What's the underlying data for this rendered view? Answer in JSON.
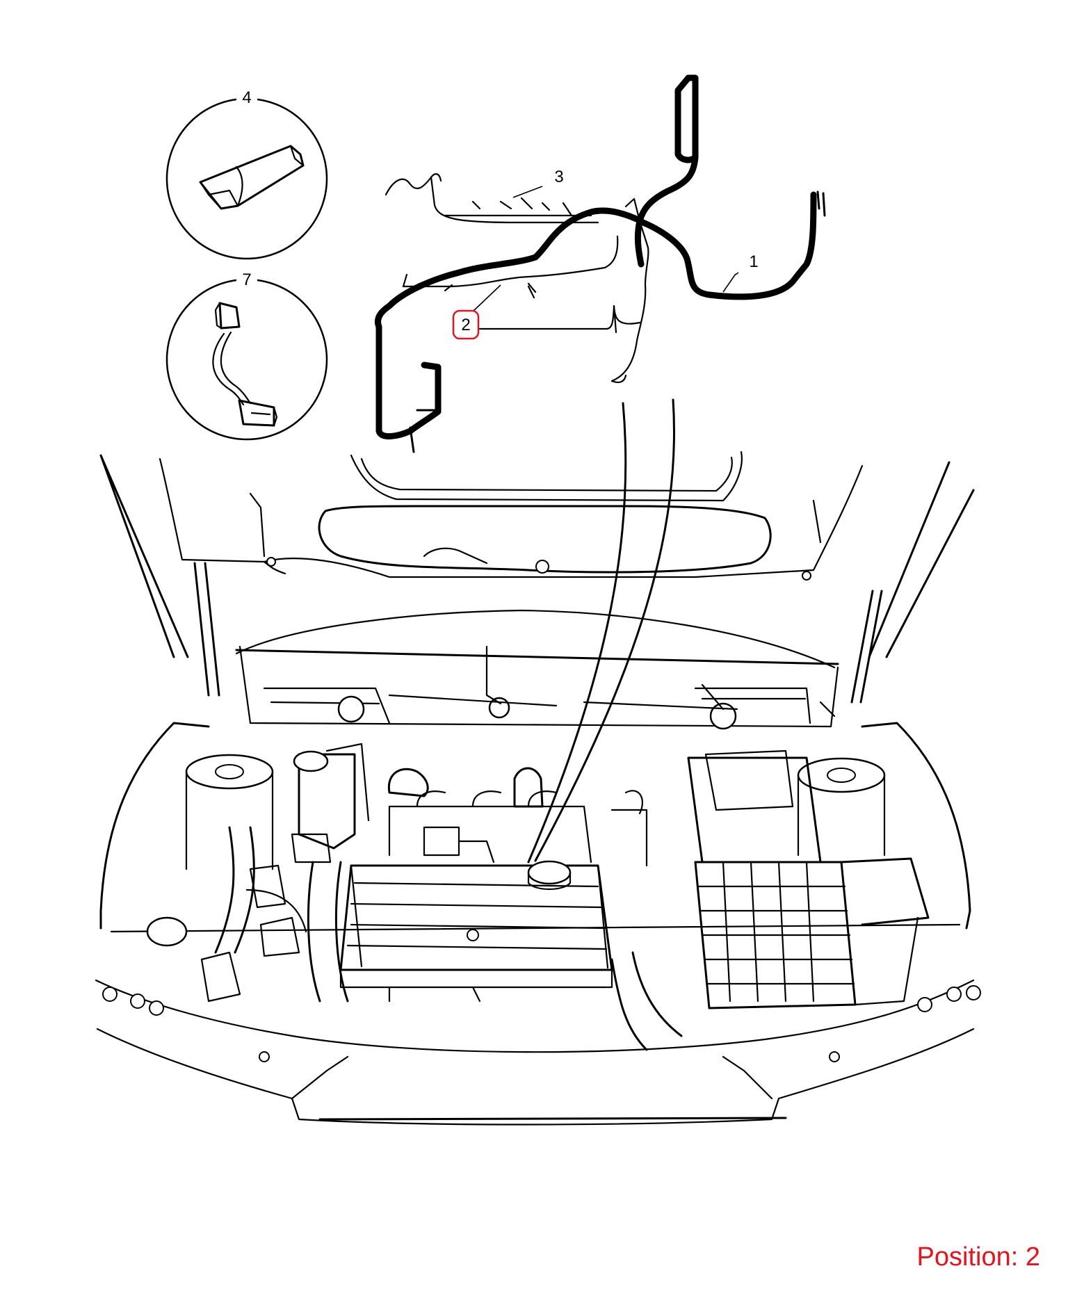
{
  "callouts": {
    "c1": "1",
    "c2": "2",
    "c3": "3",
    "c4": "4",
    "c7": "7"
  },
  "position_label": "Position: 2",
  "colors": {
    "highlight": "#e8121a",
    "line": "#000000",
    "background": "#ffffff"
  },
  "highlighted_part": "2"
}
